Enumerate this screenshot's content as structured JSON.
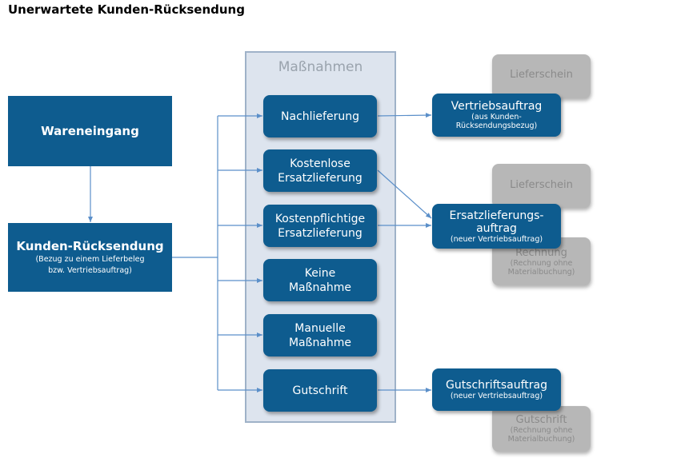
{
  "title": "Unerwartete Kunden-Rücksendung",
  "panel_title": "Maßnahmen",
  "wareneingang": "Wareneingang",
  "kunden": {
    "title": "Kunden-Rücksendung",
    "sub1": "(Bezug zu einem Lieferbeleg",
    "sub2": "bzw. Vertriebsauftrag)"
  },
  "measures": {
    "nachlieferung": "Nachlieferung",
    "kostenlose_1": "Kostenlose",
    "kostenlose_2": "Ersatzlieferung",
    "kostenpflichtige_1": "Kostenpflichtige",
    "kostenpflichtige_2": "Ersatzlieferung",
    "keine_1": "Keine",
    "keine_2": "Maßnahme",
    "manuelle_1": "Manuelle",
    "manuelle_2": "Maßnahme",
    "gutschrift": "Gutschrift"
  },
  "results": {
    "vertrieb_title": "Vertriebsauftrag",
    "vertrieb_sub1": "(aus Kunden-",
    "vertrieb_sub2": "Rücksendungsbezug)",
    "ersatz_title1": "Ersatzlieferungs-",
    "ersatz_title2": "auftrag",
    "ersatz_sub": "(neuer Vertriebsauftrag)",
    "gutschrift_title": "Gutschriftsauftrag",
    "gutschrift_sub": "(neuer Vertriebsauftrag)"
  },
  "followups": {
    "lieferschein_1": "Lieferschein",
    "lieferschein_2": "Lieferschein",
    "rechnung_title": "Rechnung",
    "rechnung_sub1": "(Rechnung ohne",
    "rechnung_sub2": "Materialbuchung)",
    "gutschrift_title": "Gutschrift",
    "gutschrift_sub1": "(Rechnung ohne",
    "gutschrift_sub2": "Materialbuchung)"
  },
  "colors": {
    "box_blue": "#0e5c8f",
    "connector": "#5b8fc9",
    "panel_bg": "#dde4ee",
    "followup_gray": "#b7b7b7"
  }
}
